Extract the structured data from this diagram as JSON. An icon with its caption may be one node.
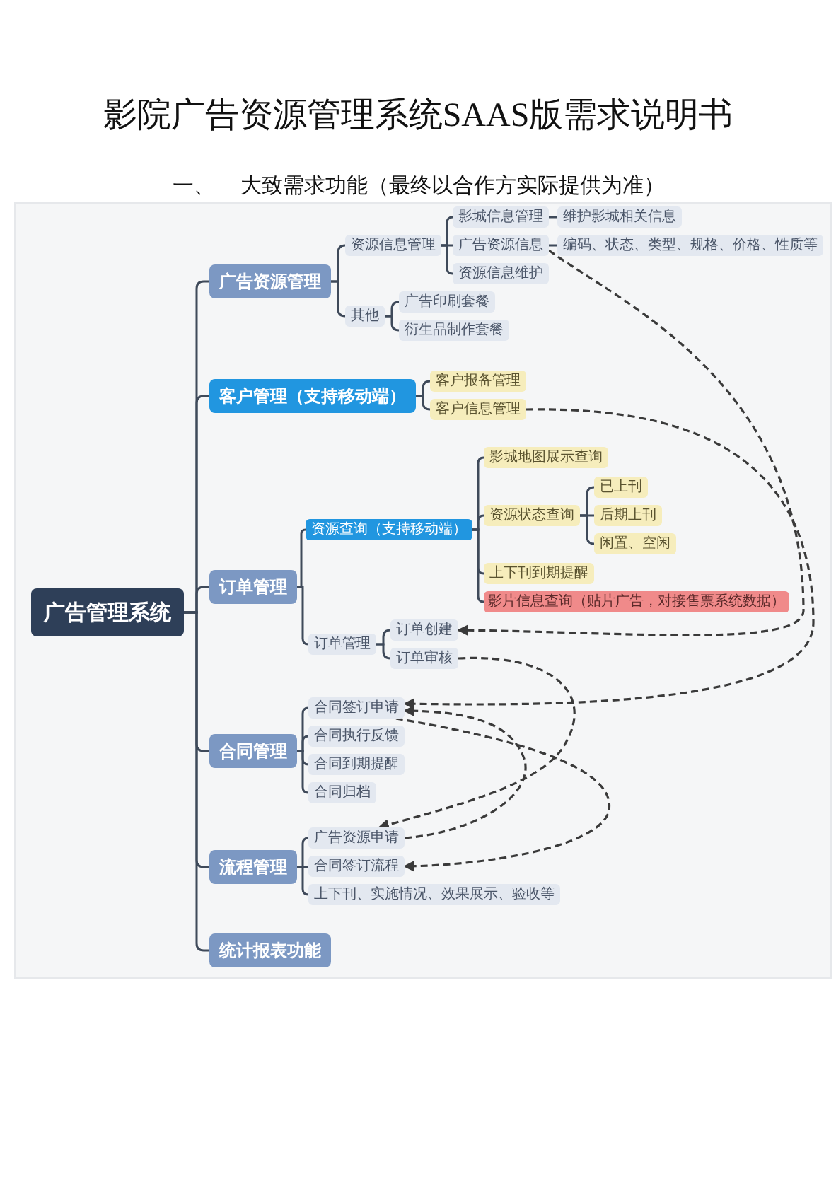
{
  "diagram": {
    "title": "影院广告资源管理系统SAAS版需求说明书",
    "nodes": [
      {
        "text": [
          "广告管理系统"
        ]
      },
      {
        "text": [
          "广告资源管理"
        ]
      },
      {
        "text": [
          "资源信息管理"
        ]
      },
      {
        "text": [
          "影城信息管理"
        ]
      },
      {
        "text": [
          "维护影城相关信息"
        ]
      },
      {
        "text": [
          "广告资源信息"
        ]
      },
      {
        "text": [
          "编码、状态、类型、规格、价格、性质等"
        ]
      },
      {
        "text": [
          "资源信息维护"
        ]
      },
      {
        "text": [
          "其他"
        ]
      },
      {
        "text": [
          "广告印刷套餐"
        ]
      },
      {
        "text": [
          "衍生品制作套餐"
        ]
      },
      {
        "text": [
          "客户管理（支持移动端）"
        ]
      },
      {
        "text": [
          "客户报备管理"
        ]
      },
      {
        "text": [
          "客户信息管理"
        ]
      },
      {
        "text": [
          "订单管理"
        ]
      },
      {
        "text": [
          "资源查询（支持移动端）"
        ]
      },
      {
        "text": [
          "影城地图展示查询"
        ]
      },
      {
        "text": [
          "资源状态查询"
        ]
      },
      {
        "text": [
          "已上刊"
        ]
      },
      {
        "text": [
          "后期上刊"
        ]
      },
      {
        "text": [
          "闲置、空闲"
        ]
      },
      {
        "text": [
          "上下刊到期提醒"
        ]
      },
      {
        "text": [
          "影片信息查询（贴片广告，对接售票系统数据）"
        ]
      },
      {
        "text": [
          "订单管理"
        ]
      },
      {
        "text": [
          "订单创建"
        ]
      },
      {
        "text": [
          "订单审核"
        ]
      },
      {
        "text": [
          "合同管理"
        ]
      },
      {
        "text": [
          "合同签订申请"
        ]
      },
      {
        "text": [
          "合同执行反馈"
        ]
      },
      {
        "text": [
          "合同到期提醒"
        ]
      },
      {
        "text": [
          "合同归档"
        ]
      },
      {
        "text": [
          "流程管理"
        ]
      },
      {
        "text": [
          "广告资源申请"
        ]
      },
      {
        "text": [
          "合同签订流程"
        ]
      },
      {
        "text": [
          "上下刊、实施情况、效果展示、验收等"
        ]
      },
      {
        "text": [
          "统计报表功能"
        ]
      }
    ],
    "edges": [
      {
        "from": 0,
        "to": 1,
        "arrow": "none"
      },
      {
        "from": 1,
        "to": 2,
        "arrow": "none"
      },
      {
        "from": 2,
        "to": 3,
        "arrow": "none"
      },
      {
        "from": 3,
        "to": 4,
        "arrow": "none"
      },
      {
        "from": 2,
        "to": 5,
        "arrow": "none"
      },
      {
        "from": 5,
        "to": 6,
        "arrow": "none"
      },
      {
        "from": 2,
        "to": 7,
        "arrow": "none"
      },
      {
        "from": 1,
        "to": 8,
        "arrow": "none"
      },
      {
        "from": 8,
        "to": 9,
        "arrow": "none"
      },
      {
        "from": 8,
        "to": 10,
        "arrow": "none"
      },
      {
        "from": 0,
        "to": 11,
        "arrow": "none"
      },
      {
        "from": 11,
        "to": 12,
        "arrow": "none"
      },
      {
        "from": 11,
        "to": 13,
        "arrow": "none"
      },
      {
        "from": 0,
        "to": 14,
        "arrow": "none"
      },
      {
        "from": 14,
        "to": 15,
        "arrow": "none"
      },
      {
        "from": 15,
        "to": 16,
        "arrow": "none"
      },
      {
        "from": 15,
        "to": 17,
        "arrow": "none"
      },
      {
        "from": 17,
        "to": 18,
        "arrow": "none"
      },
      {
        "from": 17,
        "to": 19,
        "arrow": "none"
      },
      {
        "from": 17,
        "to": 20,
        "arrow": "none"
      },
      {
        "from": 15,
        "to": 21,
        "arrow": "none"
      },
      {
        "from": 15,
        "to": 22,
        "arrow": "none"
      },
      {
        "from": 14,
        "to": 23,
        "arrow": "none"
      },
      {
        "from": 23,
        "to": 24,
        "arrow": "none"
      },
      {
        "from": 23,
        "to": 25,
        "arrow": "none"
      },
      {
        "from": 0,
        "to": 26,
        "arrow": "none"
      },
      {
        "from": 26,
        "to": 27,
        "arrow": "none"
      },
      {
        "from": 26,
        "to": 28,
        "arrow": "none"
      },
      {
        "from": 26,
        "to": 29,
        "arrow": "none"
      },
      {
        "from": 26,
        "to": 30,
        "arrow": "none"
      },
      {
        "from": 0,
        "to": 31,
        "arrow": "none"
      },
      {
        "from": 31,
        "to": 32,
        "arrow": "none"
      },
      {
        "from": 31,
        "to": 33,
        "arrow": "none"
      },
      {
        "from": 31,
        "to": 34,
        "arrow": "none"
      },
      {
        "from": 0,
        "to": 35,
        "arrow": "none"
      },
      {
        "from": 5,
        "to": 24,
        "arrow": "to",
        "style": "dashed"
      },
      {
        "from": 13,
        "to": 27,
        "arrow": "to",
        "style": "dashed"
      },
      {
        "from": 25,
        "to": 32,
        "arrow": "to",
        "style": "dashed"
      },
      {
        "from": 27,
        "to": 33,
        "arrow": "to",
        "style": "dashed"
      },
      {
        "from": 32,
        "to": 27,
        "arrow": "to",
        "style": "dashed"
      }
    ],
    "labels": [
      "一、",
      "大致需求功能（最终以合作方实际提供为准）"
    ]
  }
}
